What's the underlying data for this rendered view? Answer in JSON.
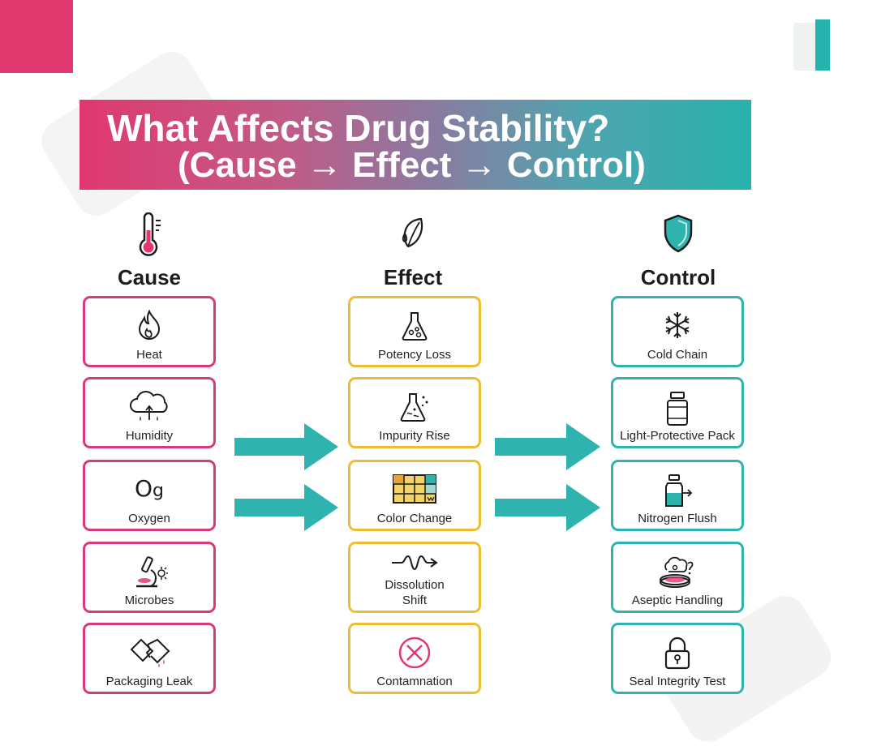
{
  "title": {
    "line1": "What Affects Drug Stability?",
    "line2": "(Cause → Effect → Control)"
  },
  "colors": {
    "pink": "#e0386f",
    "yellow": "#efbc35",
    "teal": "#27b3ad"
  },
  "columns": {
    "cause": {
      "heading": "Cause",
      "icon": "thermometer-icon",
      "items": [
        {
          "label": "Heat",
          "icon": "flame-icon"
        },
        {
          "label": "Humidity",
          "icon": "rain-cloud-icon"
        },
        {
          "label": "Oxygen",
          "icon": "oxygen-icon",
          "glyph": "O",
          "glyph_sub": "g"
        },
        {
          "label": "Microbes",
          "icon": "microscope-icon"
        },
        {
          "label": "Packaging Leak",
          "icon": "broken-package-icon"
        }
      ]
    },
    "effect": {
      "heading": "Effect",
      "icon": "leaf-drop-icon",
      "items": [
        {
          "label": "Potency Loss",
          "icon": "flask-icon"
        },
        {
          "label": "Impurity Rise",
          "icon": "flask-particles-icon"
        },
        {
          "label": "Color Change",
          "icon": "color-grid-icon"
        },
        {
          "label": "Dissolution",
          "label2": "Shift",
          "icon": "wave-arrow-icon"
        },
        {
          "label": "Contamnation",
          "icon": "circle-x-icon"
        }
      ]
    },
    "control": {
      "heading": "Control",
      "icon": "shield-icon",
      "items": [
        {
          "label": "Cold Chain",
          "icon": "snowflake-icon"
        },
        {
          "label": "Light-Protective Pack",
          "icon": "bottle-icon"
        },
        {
          "label": "Nitrogen Flush",
          "icon": "vial-arrow-icon"
        },
        {
          "label": "Aseptic Handling",
          "icon": "petri-dish-icon"
        },
        {
          "label": "Seal Integrity Test",
          "icon": "padlock-icon"
        }
      ]
    }
  }
}
